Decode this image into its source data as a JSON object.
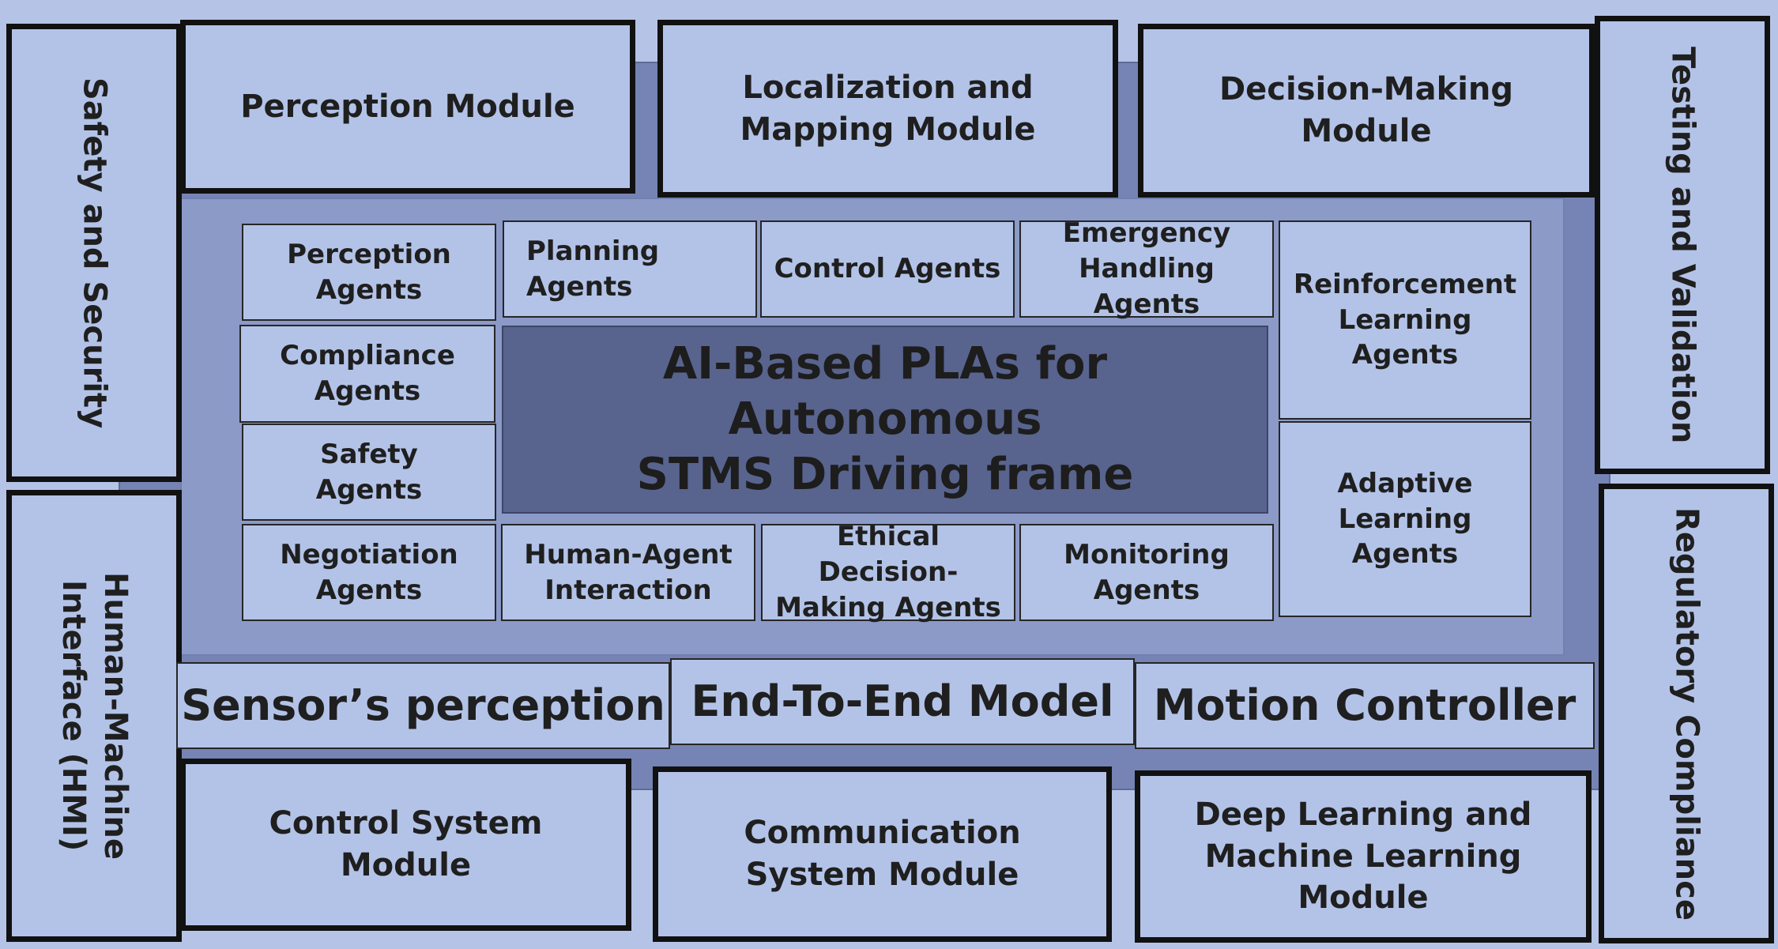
{
  "side": {
    "safety_security": "Safety and Security",
    "hmi": "Human-Machine\nInterface (HMI)",
    "testing_validation": "Testing and Validation",
    "regulatory_compliance": "Regulatory Compliance"
  },
  "top_modules": {
    "perception": "Perception Module",
    "localization": "Localization and\nMapping Module",
    "decision": "Decision-Making\nModule"
  },
  "bottom_modules": {
    "control_system": "Control System\nModule",
    "communication": "Communication\nSystem Module",
    "deep_learning": "Deep Learning and\nMachine Learning\nModule"
  },
  "strip": {
    "sensor": "Sensor’s perception",
    "end_to_end": "End-To-End Model",
    "motion": "Motion Controller"
  },
  "agents": {
    "perception": "Perception\nAgents",
    "planning": "Planning\nAgents",
    "control": "Control Agents",
    "emergency": "Emergency\nHandling Agents",
    "reinforcement": "Reinforcement\nLearning\nAgents",
    "compliance": "Compliance\nAgents",
    "safety": "Safety\nAgents",
    "adaptive": "Adaptive\nLearning\nAgents",
    "negotiation": "Negotiation\nAgents",
    "human_agent": "Human-Agent\nInteraction",
    "ethical": "Ethical Decision-\nMaking Agents",
    "monitoring": "Monitoring\nAgents"
  },
  "center_title": "AI-Based PLAs for Autonomous\nSTMS Driving frame",
  "colors": {
    "background": "#b5c4e6",
    "box_fill": "#b3c3e8",
    "frame_outer": "#7584b4",
    "frame_inner": "#8c9ac8",
    "center_fill": "#58648e"
  }
}
